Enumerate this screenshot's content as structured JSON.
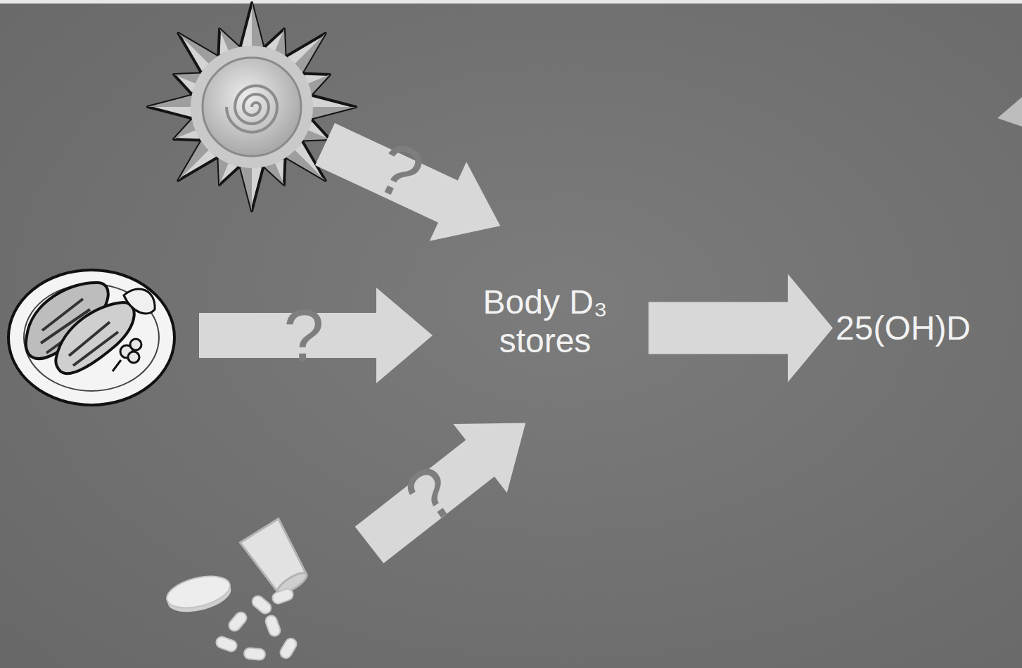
{
  "diagram": {
    "nodes": [
      {
        "text": [
          "Body D₃ stores"
        ]
      },
      {
        "text": [
          "25(OH)D"
        ]
      }
    ],
    "edges": [
      {
        "from": 0,
        "to": 1,
        "arrow": "to"
      }
    ],
    "labels": [
      "?",
      "?",
      "?"
    ]
  }
}
